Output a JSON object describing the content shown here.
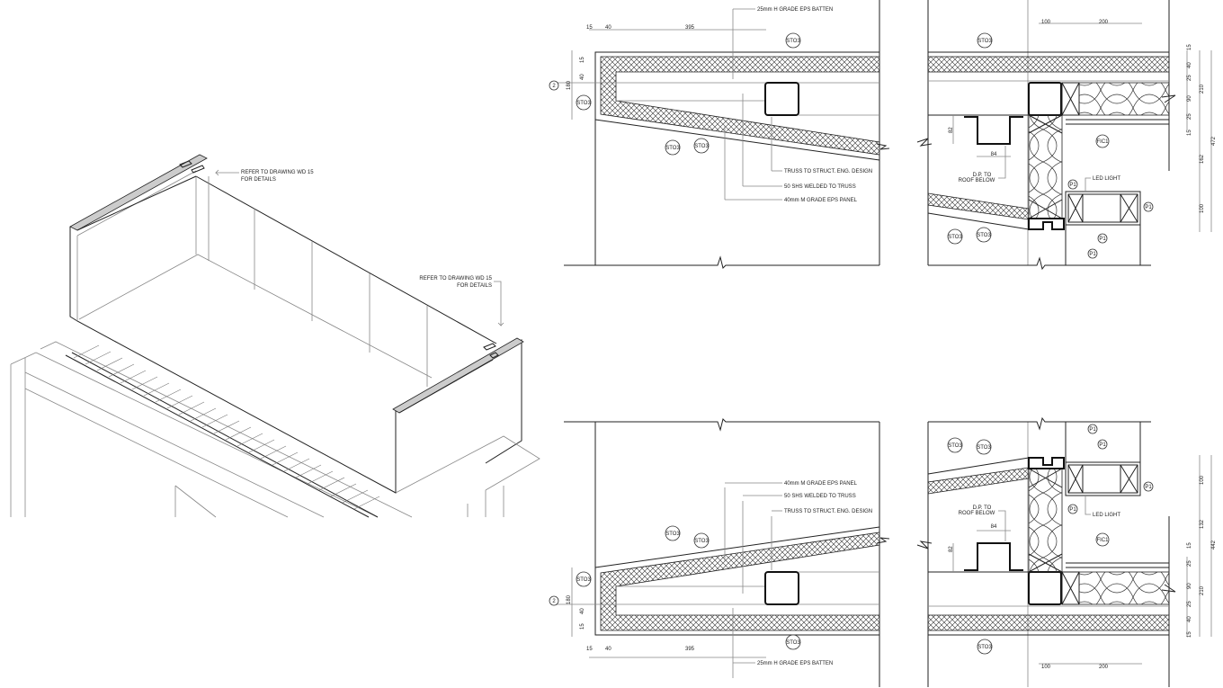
{
  "isometric": {
    "callout_1": {
      "line1": "REFER TO DRAWING WD 15",
      "line2": "FOR DETAILS"
    },
    "callout_2": {
      "line1": "REFER TO DRAWING WD 15",
      "line2": "FOR DETAILS"
    }
  },
  "detail_top_left": {
    "batten_label": "25mm H GRADE EPS BATTEN",
    "truss_label": "TRUSS TO STRUCT. ENG. DESIGN",
    "shs_label": "50 SHS WELDED TO TRUSS",
    "panel_label": "40mm M GRADE EPS PANEL",
    "dims_h": [
      "15",
      "40",
      "395"
    ],
    "dims_v": [
      "180",
      "15",
      "40"
    ],
    "grid_ref": "2",
    "tags": [
      "STO3",
      "STO3",
      "STO3",
      "STO3"
    ]
  },
  "detail_top_right": {
    "dims_h": [
      "100",
      "200"
    ],
    "dims_v": [
      "15",
      "40",
      "25",
      "90",
      "210",
      "25",
      "15",
      "162",
      "100",
      "472"
    ],
    "channel_w": "84",
    "channel_h": "82",
    "dp_line1": "D.P. TO",
    "dp_line2": "ROOF BELOW",
    "led_label": "LED LIGHT",
    "tags": [
      "STO3",
      "STO3",
      "STO3",
      "FIC1",
      "P1",
      "P1",
      "P1",
      "P1"
    ]
  },
  "detail_bottom_left": {
    "batten_label": "25mm H GRADE EPS BATTEN",
    "truss_label": "TRUSS TO STRUCT. ENG. DESIGN",
    "shs_label": "50 SHS WELDED TO TRUSS",
    "panel_label": "40mm M GRADE EPS PANEL",
    "dims_h": [
      "15",
      "40",
      "395"
    ],
    "dims_v": [
      "180",
      "15",
      "40"
    ],
    "grid_ref": "2",
    "tags": [
      "STO3",
      "STO3",
      "STO3",
      "STO3"
    ]
  },
  "detail_bottom_right": {
    "dims_h": [
      "100",
      "200"
    ],
    "dims_v": [
      "100",
      "132",
      "442",
      "15",
      "25",
      "90",
      "210",
      "25",
      "40",
      "15"
    ],
    "channel_w": "84",
    "channel_h": "82",
    "dp_line1": "D.P. TO",
    "dp_line2": "ROOF BELOW",
    "led_label": "LED LIGHT",
    "tags": [
      "STO3",
      "STO3",
      "STO3",
      "FIC1",
      "P1",
      "P1",
      "P1",
      "P1"
    ]
  }
}
